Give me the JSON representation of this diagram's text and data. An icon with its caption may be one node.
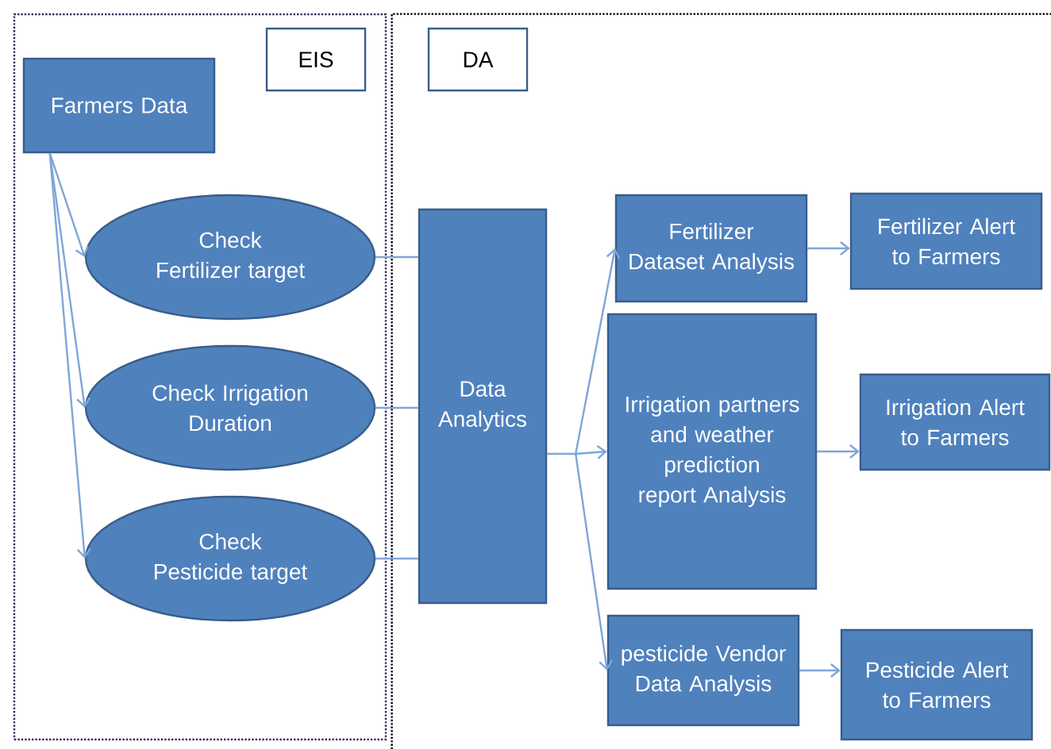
{
  "diagram": {
    "nodes": [
      {
        "text": [
          "EIS"
        ]
      },
      {
        "text": [
          "Farmers Data"
        ],
        "in": 0
      },
      {
        "text": [
          "Check Fertilizer target"
        ],
        "in": 0
      },
      {
        "text": [
          "Check  Irrigation Duration"
        ],
        "in": 0
      },
      {
        "text": [
          "Check Pesticide target"
        ],
        "in": 0
      },
      {
        "text": [
          "DA"
        ]
      },
      {
        "text": [
          "Data Analytics"
        ],
        "in": 5
      },
      {
        "text": [
          "Fertilizer Dataset Analysis"
        ],
        "in": 5
      },
      {
        "text": [
          "Fertilizer Alert to Farmers"
        ],
        "in": 5
      },
      {
        "text": [
          "Irrigation partners and weather prediction report Analysis"
        ],
        "in": 5
      },
      {
        "text": [
          "Irrigation Alert to Farmers"
        ],
        "in": 5
      },
      {
        "text": [
          "pesticide Vendor Data Analysis"
        ],
        "in": 5
      },
      {
        "text": [
          "Pesticide  Alert to Farmers"
        ],
        "in": 5
      }
    ],
    "edges": [
      {
        "from": 1,
        "to": 2,
        "arrow": "to"
      },
      {
        "from": 1,
        "to": 3,
        "arrow": "to"
      },
      {
        "from": 1,
        "to": 4,
        "arrow": "to"
      },
      {
        "from": 2,
        "to": 6,
        "arrow": "none"
      },
      {
        "from": 3,
        "to": 6,
        "arrow": "none"
      },
      {
        "from": 4,
        "to": 6,
        "arrow": "none"
      },
      {
        "from": 6,
        "to": 7,
        "arrow": "to"
      },
      {
        "from": 6,
        "to": 9,
        "arrow": "to"
      },
      {
        "from": 6,
        "to": 11,
        "arrow": "to"
      },
      {
        "from": 7,
        "to": 8,
        "arrow": "to"
      },
      {
        "from": 9,
        "to": 10,
        "arrow": "to"
      },
      {
        "from": 11,
        "to": 12,
        "arrow": "to"
      }
    ]
  }
}
